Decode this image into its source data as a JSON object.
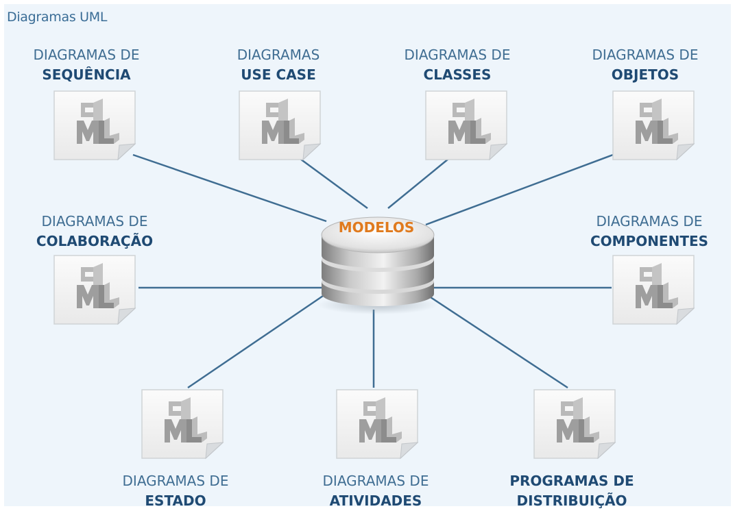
{
  "title": "Diagramas UML",
  "center": {
    "label": "MODELOS"
  },
  "nodes": [
    {
      "id": "sequencia",
      "line1": "DIAGRAMAS DE",
      "line2": "SEQUÊNCIA",
      "icon": "uml-document-icon"
    },
    {
      "id": "use-case",
      "line1": "DIAGRAMAS",
      "line2": "USE CASE",
      "icon": "uml-document-icon"
    },
    {
      "id": "classes",
      "line1": "DIAGRAMAS DE",
      "line2": "CLASSES",
      "icon": "uml-document-icon"
    },
    {
      "id": "objetos",
      "line1": "DIAGRAMAS DE",
      "line2": "OBJETOS",
      "icon": "uml-document-icon"
    },
    {
      "id": "colaboracao",
      "line1": "DIAGRAMAS DE",
      "line2": "COLABORAÇÃO",
      "icon": "uml-document-icon"
    },
    {
      "id": "componentes",
      "line1": "DIAGRAMAS DE",
      "line2": "COMPONENTES",
      "icon": "uml-document-icon"
    },
    {
      "id": "estado",
      "line1": "DIAGRAMAS DE",
      "line2": "ESTADO",
      "icon": "uml-document-icon"
    },
    {
      "id": "atividades",
      "line1": "DIAGRAMAS DE",
      "line2": "ATIVIDADES",
      "icon": "uml-document-icon"
    },
    {
      "id": "distribuicao",
      "line1": "PROGRAMAS DE",
      "line2": "DISTRIBUIÇÃO",
      "icon": "uml-document-icon"
    }
  ],
  "colors": {
    "background": "#eef5fb",
    "connector": "#3f6d92",
    "center_label": "#e07a1d",
    "label_bold": "#1f4a73",
    "label_regular": "#3f6d92"
  }
}
